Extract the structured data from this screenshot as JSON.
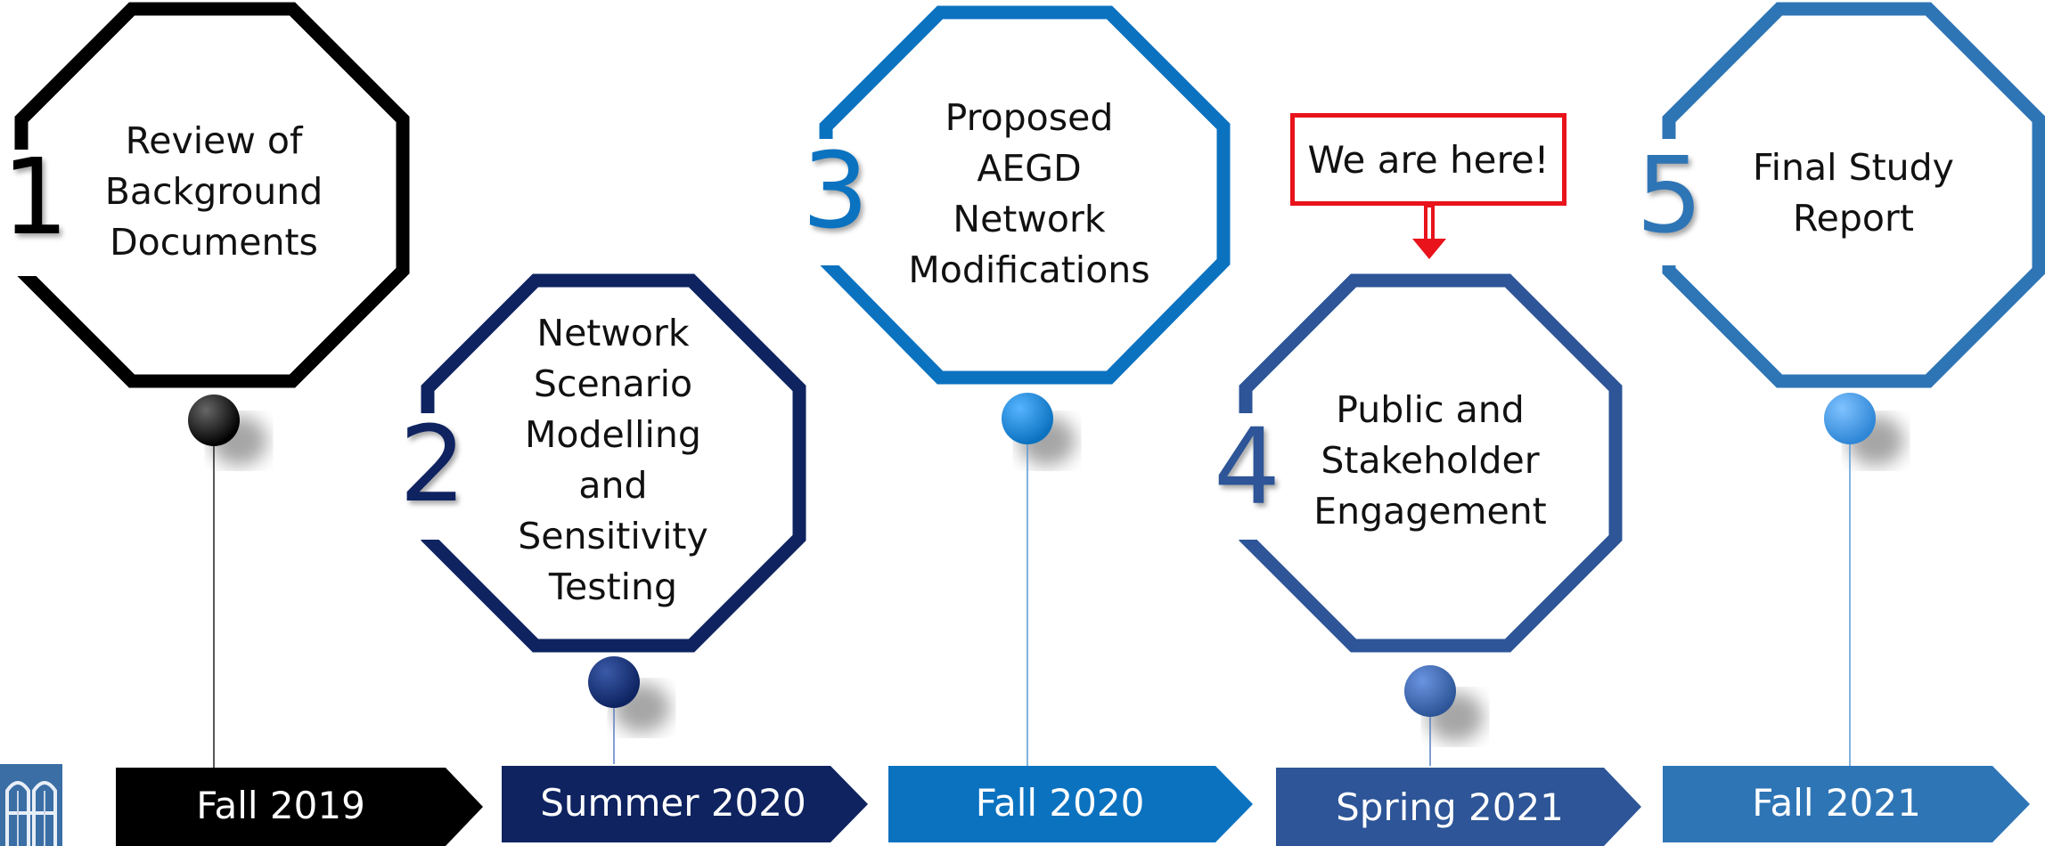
{
  "steps": [
    {
      "number": "1",
      "lines": [
        "Review of",
        "Background",
        "Documents"
      ],
      "date": "Fall 2019",
      "color": "#000000"
    },
    {
      "number": "2",
      "lines": [
        "Network",
        "Scenario",
        "Modelling",
        "and",
        "Sensitivity",
        "Testing"
      ],
      "date": "Summer 2020",
      "color": "#0e2360"
    },
    {
      "number": "3",
      "lines": [
        "Proposed",
        "AEGD",
        "Network",
        "Modifications"
      ],
      "date": "Fall 2020",
      "color": "#0b72c0"
    },
    {
      "number": "4",
      "lines": [
        "Public and",
        "Stakeholder",
        "Engagement"
      ],
      "date": "Spring 2021",
      "color": "#2d5597"
    },
    {
      "number": "5",
      "lines": [
        "Final Study",
        "Report"
      ],
      "date": "Fall 2021",
      "color": "#2e75b6"
    }
  ],
  "callout": {
    "text": "We are here!",
    "color": "#e8131b"
  },
  "logo": {
    "icon": "organization-logo-icon"
  }
}
